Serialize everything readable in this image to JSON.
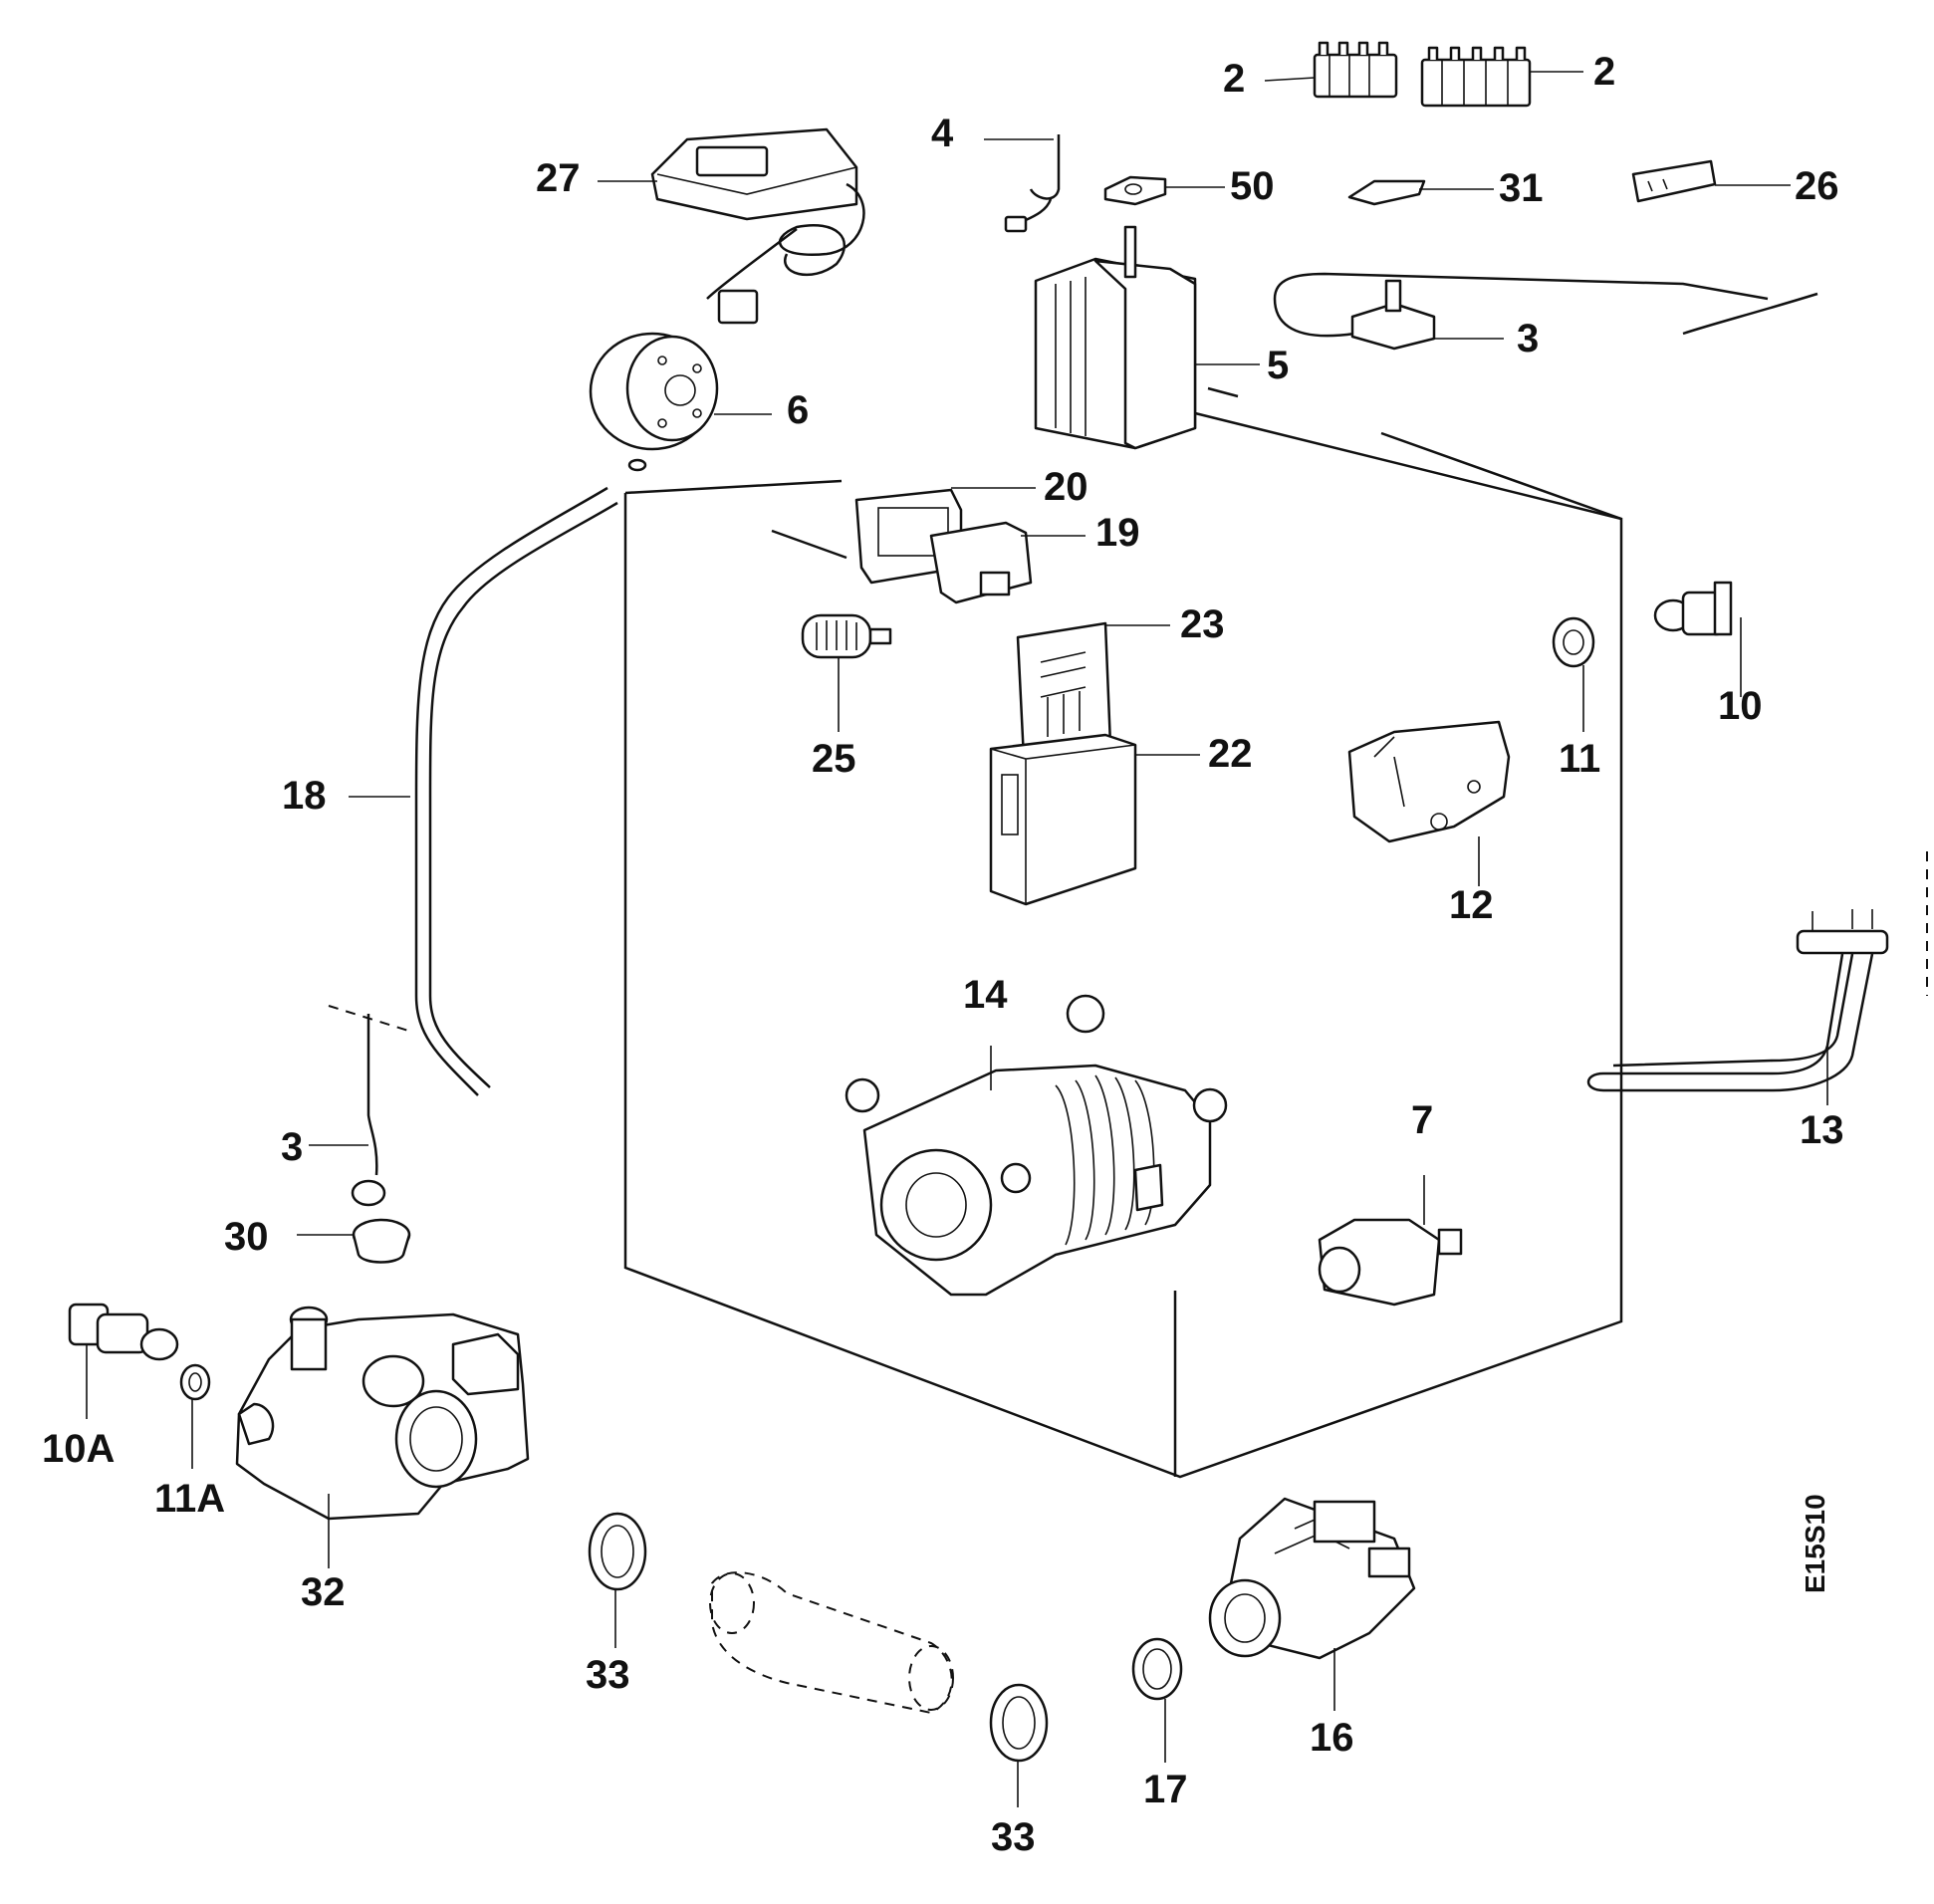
{
  "labels": {
    "l2a": "2",
    "l2b": "2",
    "l4": "4",
    "l27": "27",
    "l50": "50",
    "l31": "31",
    "l26": "26",
    "l5": "5",
    "l3a": "3",
    "l6": "6",
    "l20": "20",
    "l19": "19",
    "l23": "23",
    "l22": "22",
    "l25": "25",
    "l18": "18",
    "l11": "11",
    "l10": "10",
    "l12": "12",
    "l14": "14",
    "l13": "13",
    "l7": "7",
    "l3b": "3",
    "l30": "30",
    "l10a": "10A",
    "l11a": "11A",
    "l32": "32",
    "l33a": "33",
    "l33b": "33",
    "l17": "17",
    "l16": "16"
  },
  "drawing_code": "E15S10"
}
